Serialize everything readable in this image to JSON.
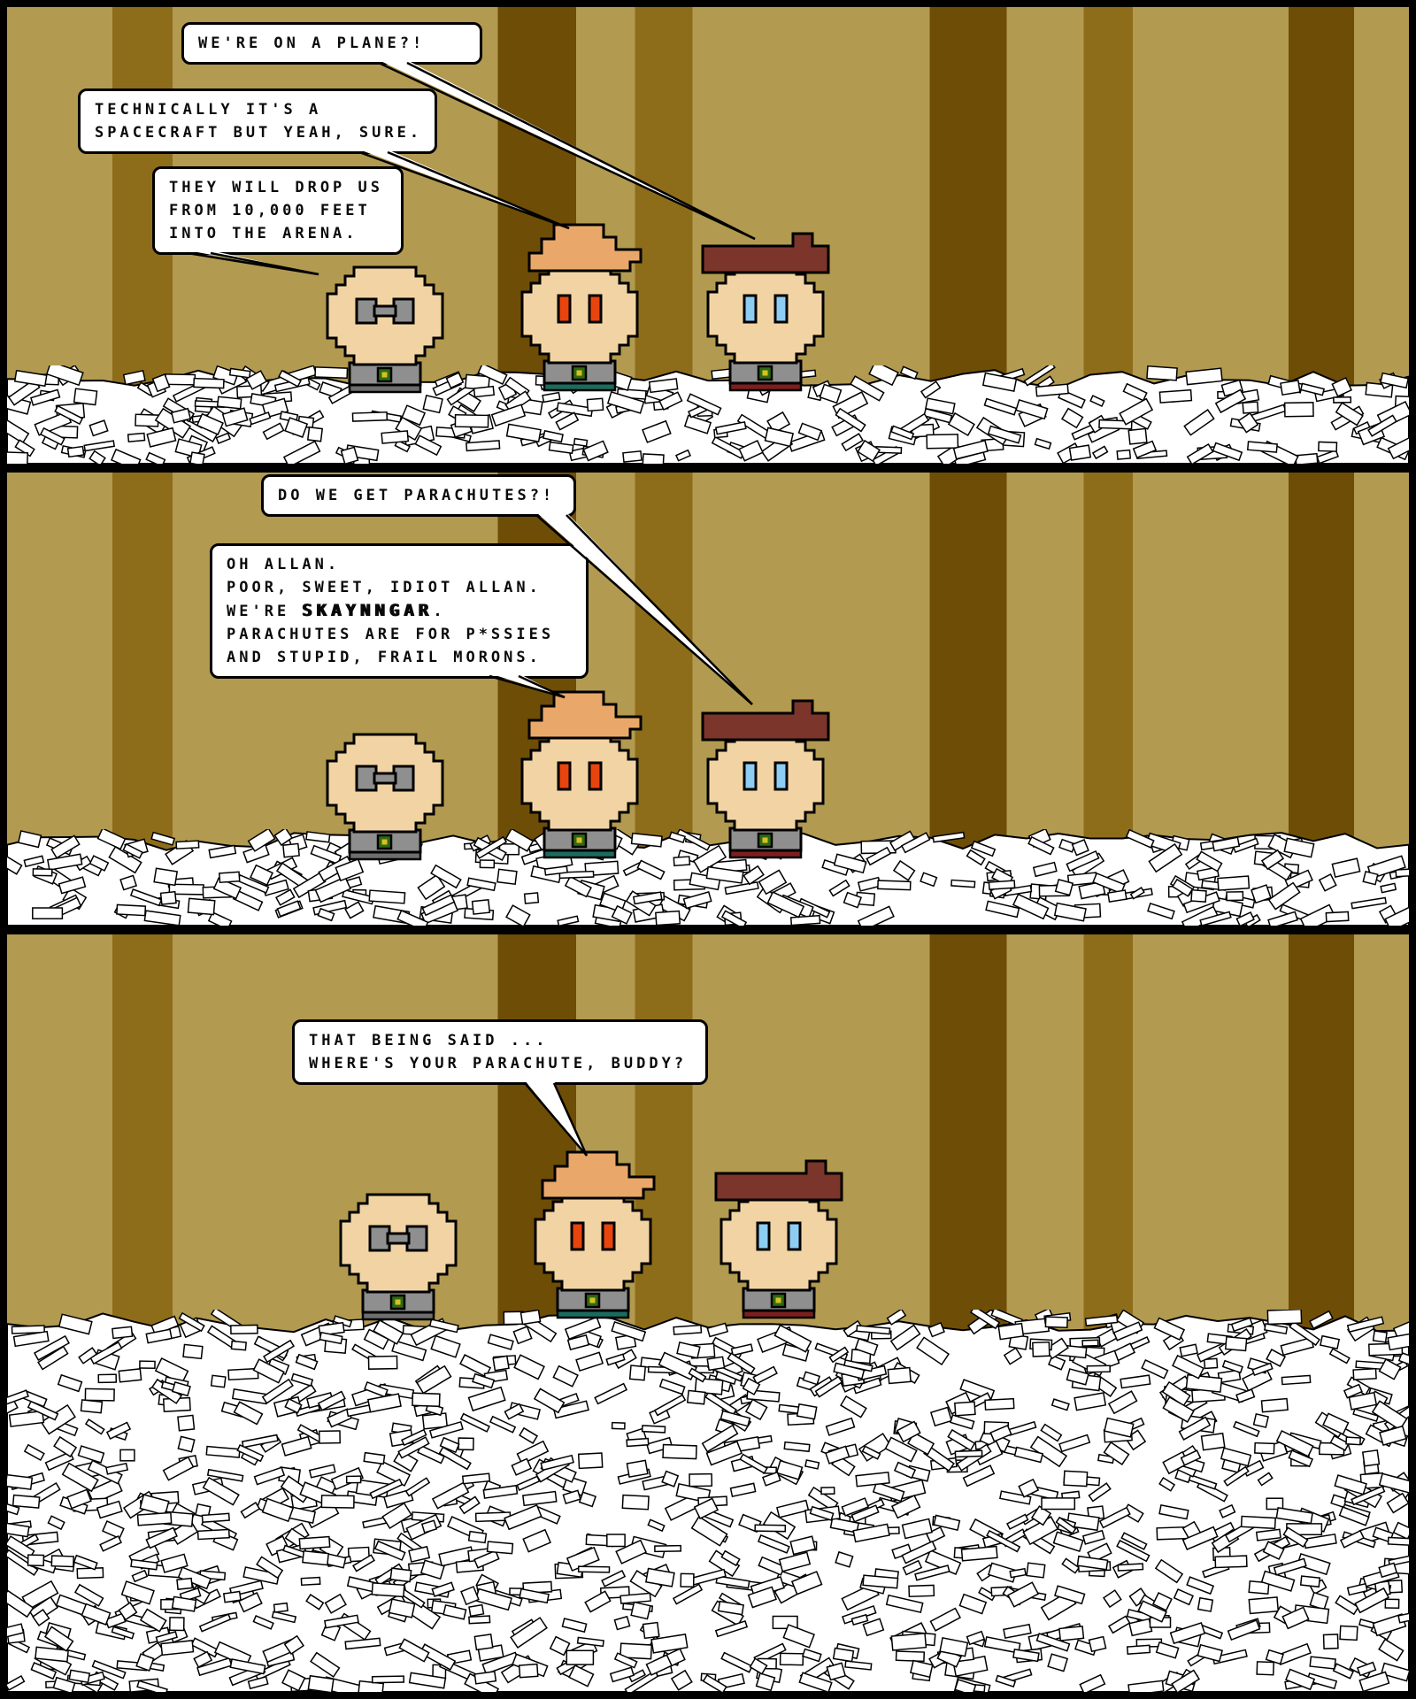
{
  "palette": {
    "frame": "#000000",
    "bg_khaki": "#b29a50",
    "stripe_medium": "#8e6d1a",
    "stripe_dark": "#6e4d06",
    "skin": "#f2d4a4",
    "hair_pompadour": "#e9a869",
    "hair_cap": "#7b352b",
    "eye_orange": "#e8440e",
    "eye_blue": "#8ecdf2",
    "glasses_gray": "#8f8f8f",
    "collar_gray": "#8f8f8f",
    "buckle_green": "#2f6a13",
    "buckle_dot": "#d8c020",
    "strip_left": "#6e6e6e",
    "strip_middle": "#1d6b5e",
    "strip_right": "#7c1f1f",
    "bubble_bg": "#ffffff",
    "bubble_border": "#000000",
    "rubble_white": "#ffffff"
  },
  "characters": [
    {
      "id": "glasses-guy",
      "variant": "glasses",
      "strip": "strip_left"
    },
    {
      "id": "pompadour-guy",
      "variant": "pompadour",
      "strip": "strip_middle"
    },
    {
      "id": "cap-guy",
      "variant": "cap",
      "strip": "strip_right"
    }
  ],
  "panels": [
    {
      "name": "panel-1",
      "bubbles": [
        {
          "name": "bubble-on-a-plane",
          "lines": [
            [
              {
                "t": "WE'RE ON A PLANE?!"
              }
            ]
          ]
        },
        {
          "name": "bubble-spacecraft",
          "lines": [
            [
              {
                "t": "TECHNICALLY IT'S A"
              }
            ],
            [
              {
                "t": "SPACECRAFT BUT YEAH, SURE."
              }
            ]
          ]
        },
        {
          "name": "bubble-drop",
          "lines": [
            [
              {
                "t": "THEY WILL DROP US"
              }
            ],
            [
              {
                "t": "FROM 10,000 FEET"
              }
            ],
            [
              {
                "t": "INTO THE ARENA."
              }
            ]
          ]
        }
      ]
    },
    {
      "name": "panel-2",
      "bubbles": [
        {
          "name": "bubble-parachutes",
          "lines": [
            [
              {
                "t": "DO WE GET PARACHUTES?!"
              }
            ]
          ]
        },
        {
          "name": "bubble-oh-allan",
          "lines": [
            [
              {
                "t": "OH ALLAN."
              }
            ],
            [
              {
                "t": "POOR, SWEET, IDIOT ALLAN."
              }
            ],
            [
              {
                "t": "WE'RE "
              },
              {
                "t": "SKAYNNGAR",
                "b": true
              },
              {
                "t": "."
              }
            ],
            [
              {
                "t": "PARACHUTES ARE FOR P*SSIES"
              }
            ],
            [
              {
                "t": "AND STUPID, FRAIL MORONS."
              }
            ]
          ]
        }
      ]
    },
    {
      "name": "panel-3",
      "bubbles": [
        {
          "name": "bubble-that-being-said",
          "lines": [
            [
              {
                "t": "THAT BEING SAID ..."
              }
            ],
            [
              {
                "t": "WHERE'S YOUR PARACHUTE, BUDDY?"
              }
            ]
          ]
        }
      ]
    }
  ]
}
